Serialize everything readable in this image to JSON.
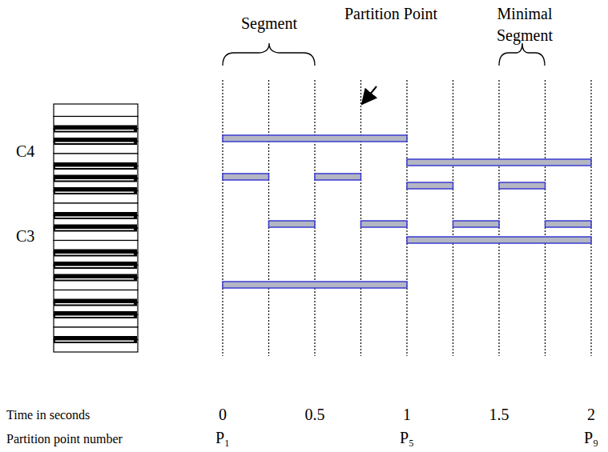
{
  "diagram": {
    "labels": [
      "Segment",
      "Partition Point",
      "Minimal Segment",
      "C4",
      "C3",
      "Time in seconds",
      "0",
      "0.5",
      "1",
      "1.5",
      "2",
      "Partition point number",
      "P₁",
      "P₅",
      "P₉"
    ]
  }
}
